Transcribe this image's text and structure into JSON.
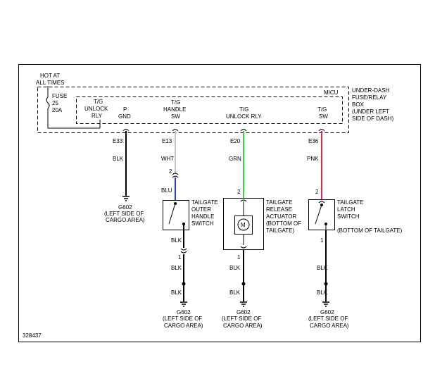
{
  "colors": {
    "line": "#000000",
    "wire_white": "#c8c8c8",
    "wire_blue": "#1f3fbf",
    "wire_green": "#3ccf3c",
    "wire_pink": "#d92b4b"
  },
  "power": {
    "hot_line1": "HOT AT",
    "hot_line2": "ALL TIMES",
    "fuse_line1": "FUSE",
    "fuse_line2": "25",
    "fuse_line3": "20A"
  },
  "box": {
    "micu": "MICU",
    "name_line1": "UNDER-DASH",
    "name_line2": "FUSE/RELAY",
    "name_line3": "BOX",
    "loc_line1": "(UNDER LEFT",
    "loc_line2": "SIDE OF DASH)",
    "unlock_rly_line1": "T/G",
    "unlock_rly_line2": "UNLOCK",
    "unlock_rly_line3": "RLY"
  },
  "circuits": [
    {
      "pin_line1": "P",
      "pin_line2": "GND",
      "terminal": "E33",
      "wire_color": "BLK",
      "ground": "G602",
      "ground_loc1": "(LEFT SIDE OF",
      "ground_loc2": "CARGO AREA)"
    },
    {
      "pin_line1": "T/G",
      "pin_line2": "HANDLE",
      "pin_line3": "SW",
      "terminal": "E13",
      "wire_color": "WHT",
      "connector_top": "2",
      "wire_color_2": "BLU",
      "device_line1": "TAILGATE",
      "device_line2": "OUTER",
      "device_line3": "HANDLE",
      "device_line4": "SWITCH",
      "wire_out": "BLK",
      "connector_bottom": "1",
      "wire_out_2": "BLK",
      "wire_out_3": "BLK",
      "ground": "G602",
      "ground_loc1": "(LEFT SIDE OF",
      "ground_loc2": "CARGO AREA)"
    },
    {
      "pin_line1": "T/G",
      "pin_line2": "UNLOCK RLY",
      "terminal": "E20",
      "wire_color": "GRN",
      "connector_top": "2",
      "device_line1": "TAILGATE",
      "device_line2": "RELEASE",
      "device_line3": "ACTUATOR",
      "device_line4": "(BOTTOM OF",
      "device_line5": "TAILGATE)",
      "motor": "M",
      "connector_bottom": "1",
      "wire_out": "BLK",
      "wire_out_2": "BLK",
      "ground": "G602",
      "ground_loc1": "(LEFT SIDE OF",
      "ground_loc2": "CARGO AREA)"
    },
    {
      "pin_line1": "T/G",
      "pin_line2": "SW",
      "terminal": "E36",
      "wire_color": "PNK",
      "connector_top": "2",
      "device_line1": "TAILGATE",
      "device_line2": "LATCH",
      "device_line3": "SWITCH",
      "device_line4": "(BOTTOM OF TAILGATE)",
      "connector_bottom": "1",
      "wire_out": "BLK",
      "wire_out_2": "BLK",
      "ground": "G602",
      "ground_loc1": "(LEFT SIDE OF",
      "ground_loc2": "CARGO AREA)"
    }
  ],
  "figure_id": "328437"
}
